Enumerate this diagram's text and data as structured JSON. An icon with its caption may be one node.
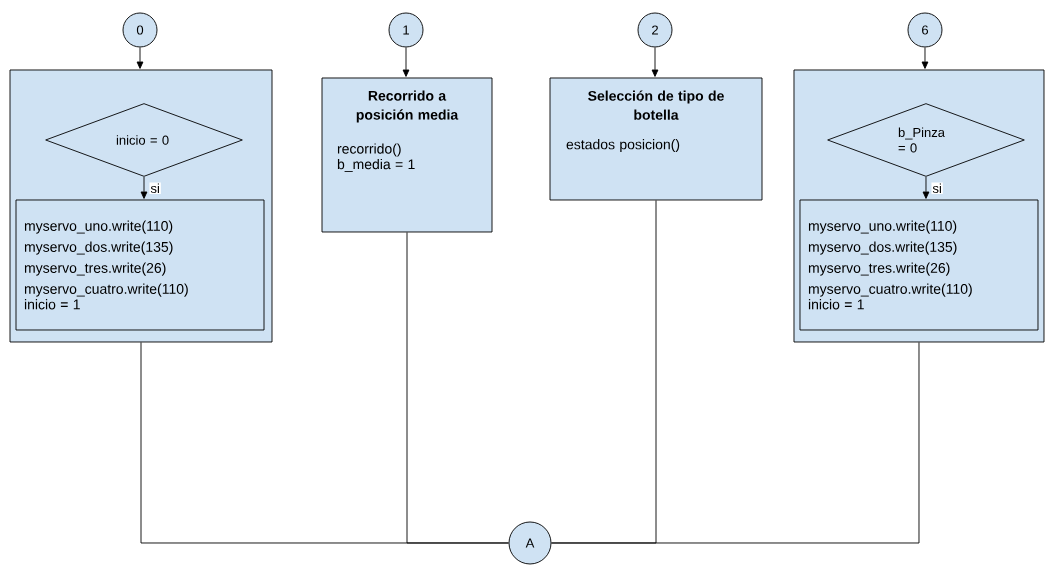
{
  "diagram": {
    "nodes": [
      {
        "text": [
          "0"
        ]
      },
      {
        "text": [
          "1"
        ]
      },
      {
        "text": [
          "2"
        ]
      },
      {
        "text": [
          "6"
        ]
      },
      {
        "text": [],
        "shape": "box"
      },
      {
        "text": [
          "inicio = 0"
        ],
        "in": 4
      },
      {
        "text": [
          "myservo_uno.write(110)",
          "myservo_dos.write(135)",
          "myservo_tres.write(26)",
          "myservo_cuatro.write(110)",
          "inicio = 1"
        ],
        "in": 4
      },
      {
        "text": [
          "Recorrido a posición media",
          "recorrido()",
          "b_media = 1"
        ]
      },
      {
        "text": [
          "Selección de tipo de botella",
          "estados posicion()"
        ]
      },
      {
        "text": [],
        "shape": "box"
      },
      {
        "text": [
          "b_Pinza = 0"
        ],
        "in": 9
      },
      {
        "text": [
          "myservo_uno.write(110)",
          "myservo_dos.write(135)",
          "myservo_tres.write(26)",
          "myservo_cuatro.write(110)",
          "inicio = 1"
        ],
        "in": 9
      },
      {
        "text": [
          "A"
        ]
      }
    ],
    "edges": [
      {
        "from": 0,
        "to": 4,
        "arrow": "to"
      },
      {
        "from": 1,
        "to": 7,
        "arrow": "to"
      },
      {
        "from": 2,
        "to": 8,
        "arrow": "to"
      },
      {
        "from": 3,
        "to": 9,
        "arrow": "to"
      },
      {
        "from": 5,
        "to": 6,
        "arrow": "to",
        "label": "si"
      },
      {
        "from": 10,
        "to": 11,
        "arrow": "to",
        "label": "si"
      },
      {
        "from": 4,
        "to": 12,
        "arrow": "none"
      },
      {
        "from": 7,
        "to": 12,
        "arrow": "none"
      },
      {
        "from": 8,
        "to": 12,
        "arrow": "none"
      },
      {
        "from": 9,
        "to": 12,
        "arrow": "none"
      }
    ]
  }
}
